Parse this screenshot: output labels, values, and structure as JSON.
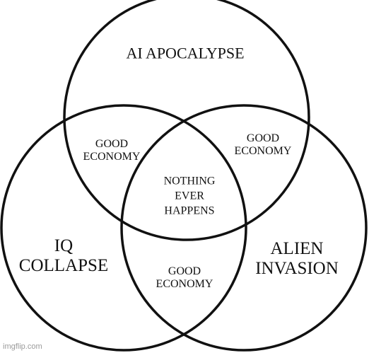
{
  "diagram": {
    "sets": [
      {
        "id": "top",
        "label": "AI APOCALYPSE"
      },
      {
        "id": "left",
        "label": "IQ\nCOLLAPSE"
      },
      {
        "id": "right",
        "label": "ALIEN\nINVASION"
      }
    ],
    "intersections": [
      {
        "sets": [
          "top",
          "left"
        ],
        "label": "GOOD\nECONOMY"
      },
      {
        "sets": [
          "top",
          "right"
        ],
        "label": "GOOD\nECONOMY"
      },
      {
        "sets": [
          "left",
          "right"
        ],
        "label": "GOOD\nECONOMY"
      },
      {
        "sets": [
          "top",
          "left",
          "right"
        ],
        "label": "NOTHING\nEVER\nHAPPENS"
      }
    ],
    "line_color": "#111111",
    "fill_color": "#ffffff"
  },
  "watermark": "imgflip.com"
}
